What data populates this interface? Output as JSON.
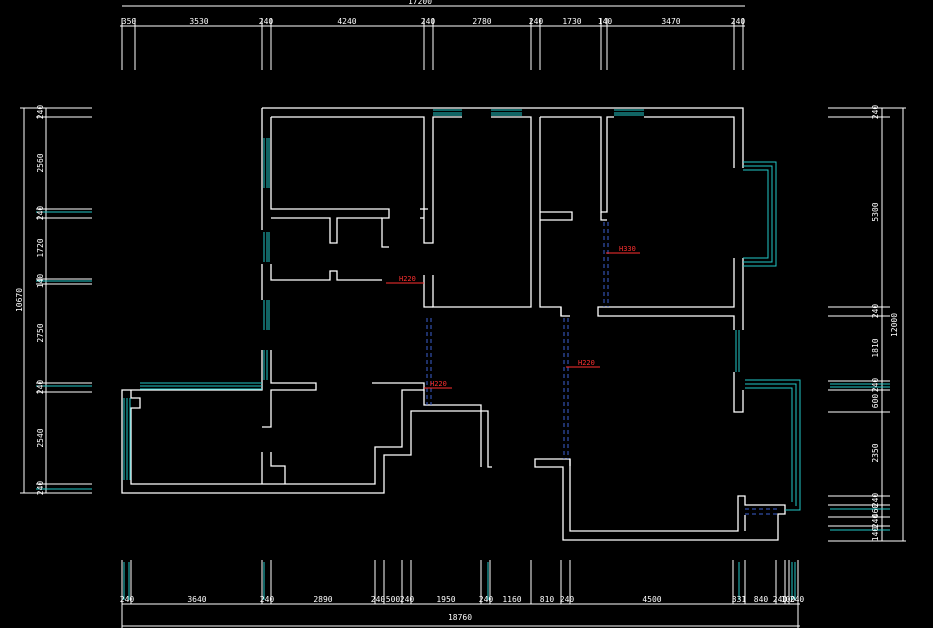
{
  "drawing": {
    "background": "#000000",
    "colors": {
      "wall": "#ffffff",
      "window": "#22c7c7",
      "annotation": "#ff3030",
      "hidden_line": "#3b5fd0"
    },
    "top_dimensions": {
      "total": "17200",
      "segments": [
        "350",
        "3530",
        "240",
        "4240",
        "240",
        "2780",
        "240",
        "1730",
        "140",
        "3470",
        "240"
      ]
    },
    "bottom_dimensions": {
      "total": "18760",
      "segments": [
        "240",
        "3640",
        "240",
        "2890",
        "240",
        "500",
        "240",
        "1950",
        "240",
        "1160",
        "810",
        "240",
        "4500",
        "331",
        "840",
        "240",
        "100",
        "240"
      ]
    },
    "left_dimensions": {
      "total": "10670",
      "segments": [
        "240",
        "2560",
        "240",
        "1720",
        "140",
        "2750",
        "240",
        "2540",
        "240"
      ]
    },
    "right_dimensions": {
      "total": "12000",
      "segments": [
        "240",
        "5300",
        "240",
        "1810",
        "240",
        "600",
        "2350",
        "240",
        "460",
        "240",
        "140"
      ]
    },
    "annotations": [
      "H220",
      "H330",
      "H220",
      "H220"
    ]
  }
}
